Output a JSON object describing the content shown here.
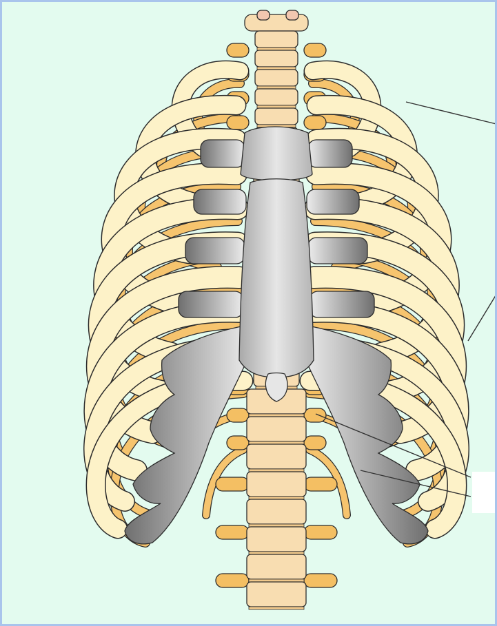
{
  "figure": {
    "subject": "thoracic-cage",
    "view": "anterior",
    "rib_pairs": 12,
    "costal_cartilage_rib_pairs": 10,
    "floating_rib_pairs": 2,
    "leader_lines": 4,
    "label_boxes": 1
  },
  "colors": {
    "background": "#e3fbef",
    "frame": "#a9c4ec",
    "rib_front": "#fdf2c8",
    "rib_back": "#f6c46e",
    "vertebra": "#f8ddb1",
    "vertebra_shadow": "#f1c98c",
    "transverse_process": "#f4bf63",
    "cartilage_light": "#ececec",
    "cartilage_dark": "#6f6f6f",
    "sternum": "#c6c6c6",
    "sternum_light": "#e6e6e6",
    "outline": "#2b2b2b",
    "leader_line": "#333333",
    "label_box": "#ffffff"
  }
}
